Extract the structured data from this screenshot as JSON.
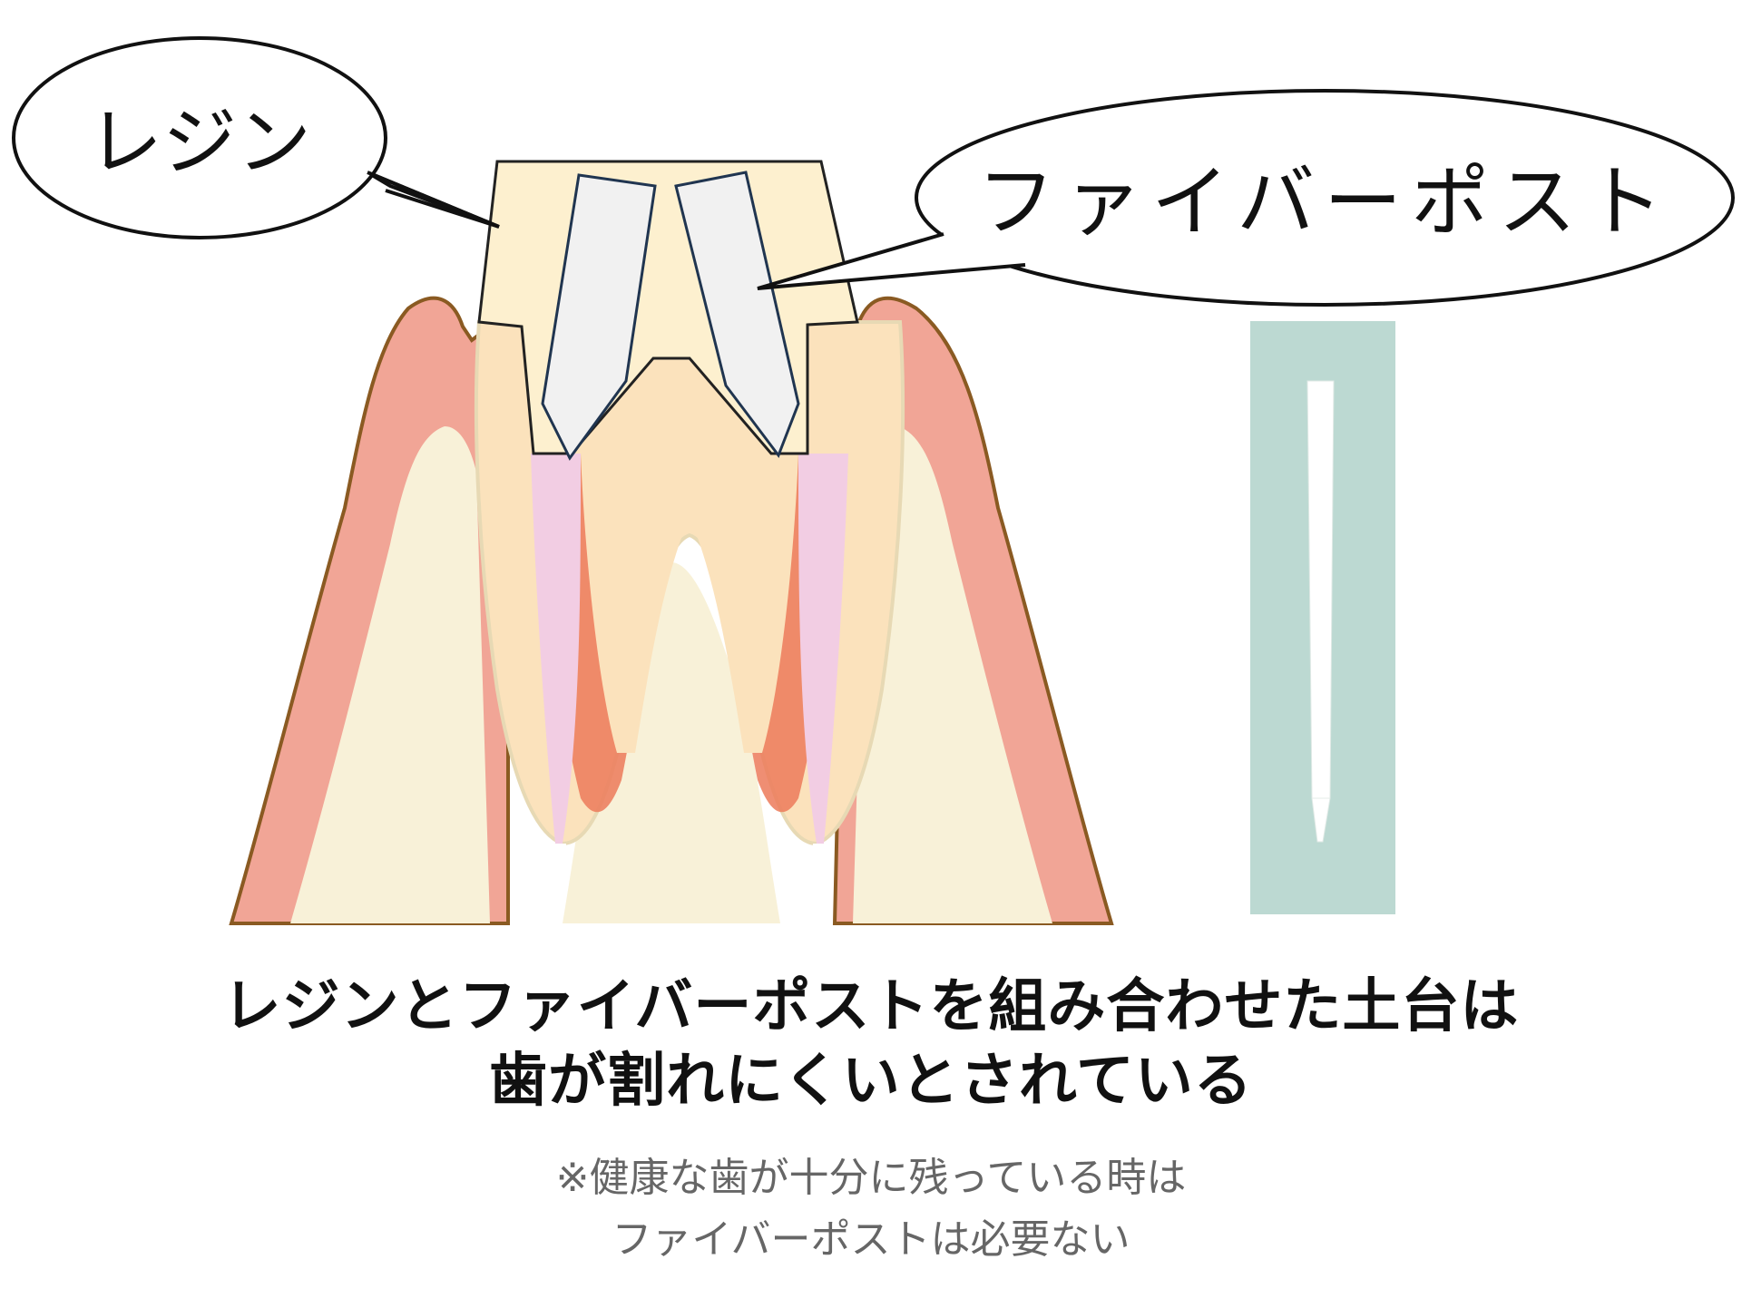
{
  "labels": {
    "resin": "レジン",
    "fiber_post": "ファイバーポスト"
  },
  "caption": {
    "line1": "レジンとファイバーポストを組み合わせた土台は",
    "line2": "歯が割れにくいとされている"
  },
  "note": {
    "line1": "※健康な歯が十分に残っている時は",
    "line2": "ファイバーポストは必要ない"
  },
  "colors": {
    "gum": "#f1a596",
    "gum_outline": "#8a5a22",
    "bone": "#f8f1d8",
    "dentin": "#fbe2bc",
    "pulp": "#ec7a5a",
    "root_canal_fill": "#f2cde3",
    "resin_core": "#fdf0cf",
    "fiber_post": "#f1f1f1",
    "fiber_post_outline": "#203550",
    "photo_bg": "#bcd9d2"
  }
}
